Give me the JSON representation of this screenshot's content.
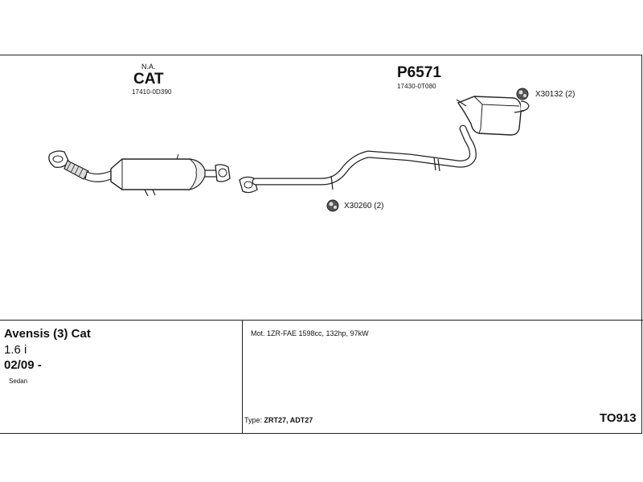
{
  "parts": {
    "cat": {
      "note": "N.A.",
      "name": "CAT",
      "number": "17410-0D390"
    },
    "rear": {
      "name": "P6571",
      "number": "17430-0T080"
    },
    "bracket_rear": {
      "code": "X30132 (2)",
      "icon": "rubber-mount-icon"
    },
    "bracket_mid": {
      "code": "X30260 (2)",
      "icon": "rubber-mount-icon"
    }
  },
  "vehicle": {
    "model": "Avensis (3) Cat",
    "engine_size": "1.6 i",
    "years": "02/09 -",
    "body": "Sedan"
  },
  "engine": {
    "description": "Mot. 1ZR-FAE 1598cc, 132hp, 97kW"
  },
  "type": {
    "label": "Type:",
    "codes": "ZRT27, ADT27"
  },
  "diagram_code": "TO913"
}
